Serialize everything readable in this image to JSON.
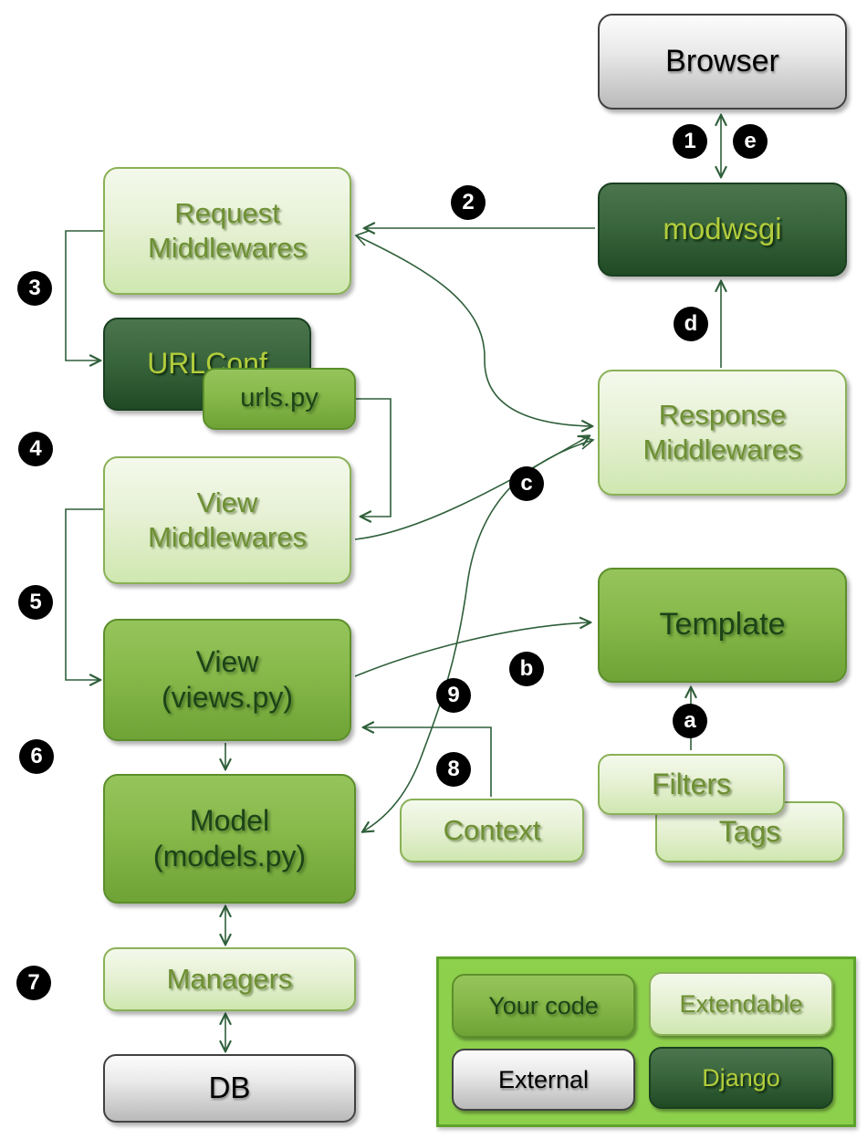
{
  "nodes": {
    "browser": {
      "label": "Browser",
      "type": "external"
    },
    "modwsgi": {
      "label": "modwsgi",
      "type": "django"
    },
    "request_middlewares": {
      "line1": "Request",
      "line2": "Middlewares",
      "type": "extendable"
    },
    "urlconf": {
      "label": "URLConf",
      "type": "django"
    },
    "urls_py": {
      "label": "urls.py",
      "type": "your_code"
    },
    "view_middlewares": {
      "line1": "View",
      "line2": "Middlewares",
      "type": "extendable"
    },
    "view": {
      "line1": "View",
      "line2": "(views.py)",
      "type": "your_code"
    },
    "model": {
      "line1": "Model",
      "line2": "(models.py)",
      "type": "your_code"
    },
    "managers": {
      "label": "Managers",
      "type": "extendable"
    },
    "db": {
      "label": "DB",
      "type": "external"
    },
    "response_middlewares": {
      "line1": "Response",
      "line2": "Middlewares",
      "type": "extendable"
    },
    "template": {
      "label": "Template",
      "type": "your_code"
    },
    "filters": {
      "label": "Filters",
      "type": "extendable"
    },
    "tags": {
      "label": "Tags",
      "type": "extendable"
    },
    "context": {
      "label": "Context",
      "type": "extendable"
    }
  },
  "steps": {
    "s1": "1",
    "s2": "2",
    "s3": "3",
    "s4": "4",
    "s5": "5",
    "s6": "6",
    "s7": "7",
    "s8": "8",
    "s9": "9",
    "sa": "a",
    "sb": "b",
    "sc": "c",
    "sd": "d",
    "se": "e"
  },
  "legend": {
    "your_code": "Your code",
    "extendable": "Extendable",
    "external": "External",
    "django": "Django"
  },
  "palette": {
    "your_code_fill": "#89ba4c",
    "extendable_fill": "#e7f1d5",
    "external_fill": "#d9d9d9",
    "django_fill": "#2d5631",
    "legend_bg": "#8dd04c",
    "line_color": "#2f5f3a",
    "badge_bg": "#000000",
    "badge_text": "#ffffff"
  }
}
